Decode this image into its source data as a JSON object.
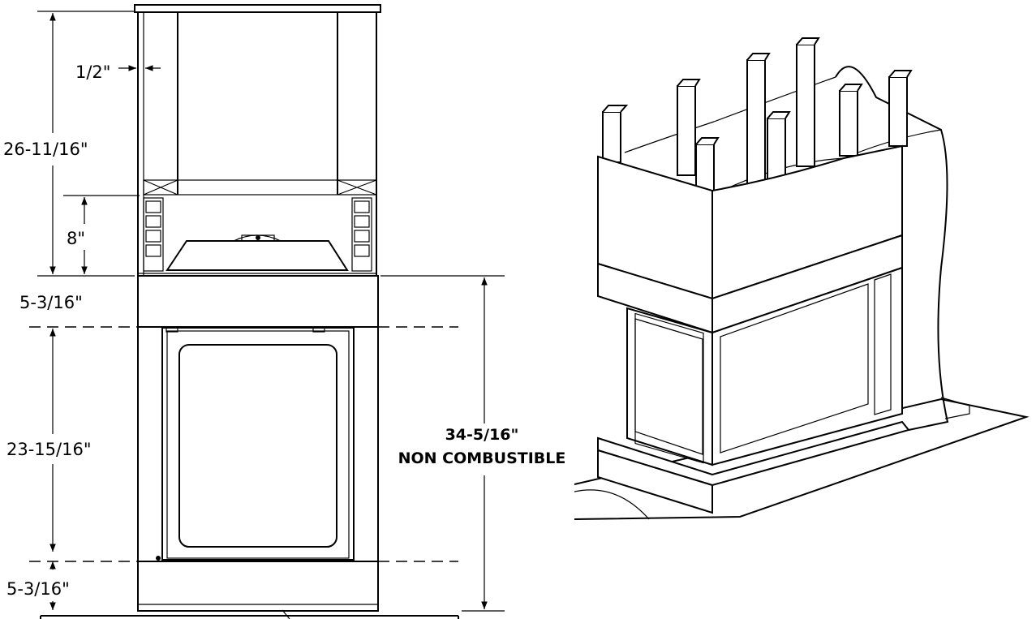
{
  "dimensions": {
    "half_inch": "1/2\"",
    "chase_height": "26-11/16\"",
    "hood_height": "8\"",
    "top_trim": "5-3/16\"",
    "opening_height": "23-15/16\"",
    "bottom_trim": "5-3/16\"",
    "noncomb_height": "34-5/16\"",
    "noncomb_label": "NON COMBUSTIBLE"
  }
}
